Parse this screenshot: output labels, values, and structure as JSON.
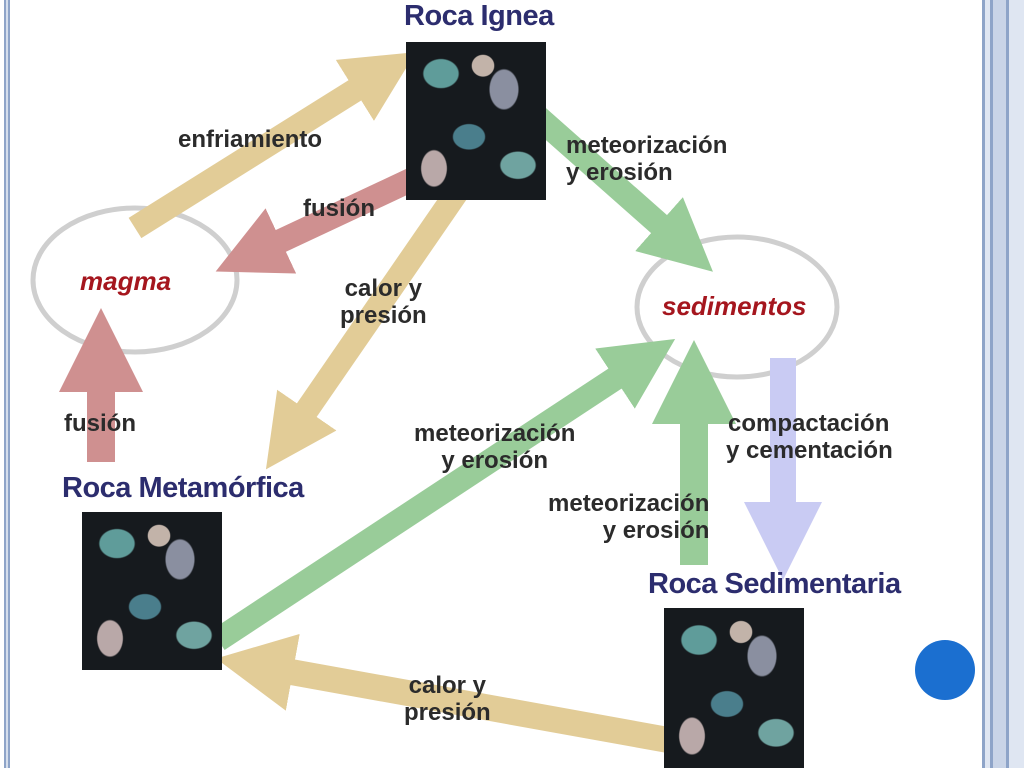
{
  "diagram": {
    "nodes": {
      "igneous": "Roca Ignea",
      "metamorphic": "Roca Metamórfica",
      "sedimentary": "Roca Sedimentaria",
      "magma": "magma",
      "sediments": "sedimentos"
    },
    "labels": {
      "enfriamiento": "enfriamiento",
      "fusion_top": "fusión",
      "fusion_left": "fusión",
      "meteor_top_1": "meteorización",
      "meteor_top_2": "y erosión",
      "calor_mid_1": "calor y",
      "calor_mid_2": "presión",
      "meteor_mid_1": "meteorización",
      "meteor_mid_2": "y erosión",
      "meteor_right_1": "meteorización",
      "meteor_right_2": "y erosión",
      "compact_1": "compactación",
      "compact_2": "y cementación",
      "calor_bottom_1": "calor y",
      "calor_bottom_2": "presión"
    },
    "colors": {
      "tan_arrow": "#e2cc97",
      "pink_arrow": "#cf9090",
      "green_arrow": "#99cc99",
      "lavender_arrow": "#c9cbf3",
      "ellipse_stroke": "#cfcfcf",
      "title_color": "#2c2d6e",
      "ellipse_text": "#a5161e",
      "accent_dot": "#1b6fd0"
    }
  }
}
